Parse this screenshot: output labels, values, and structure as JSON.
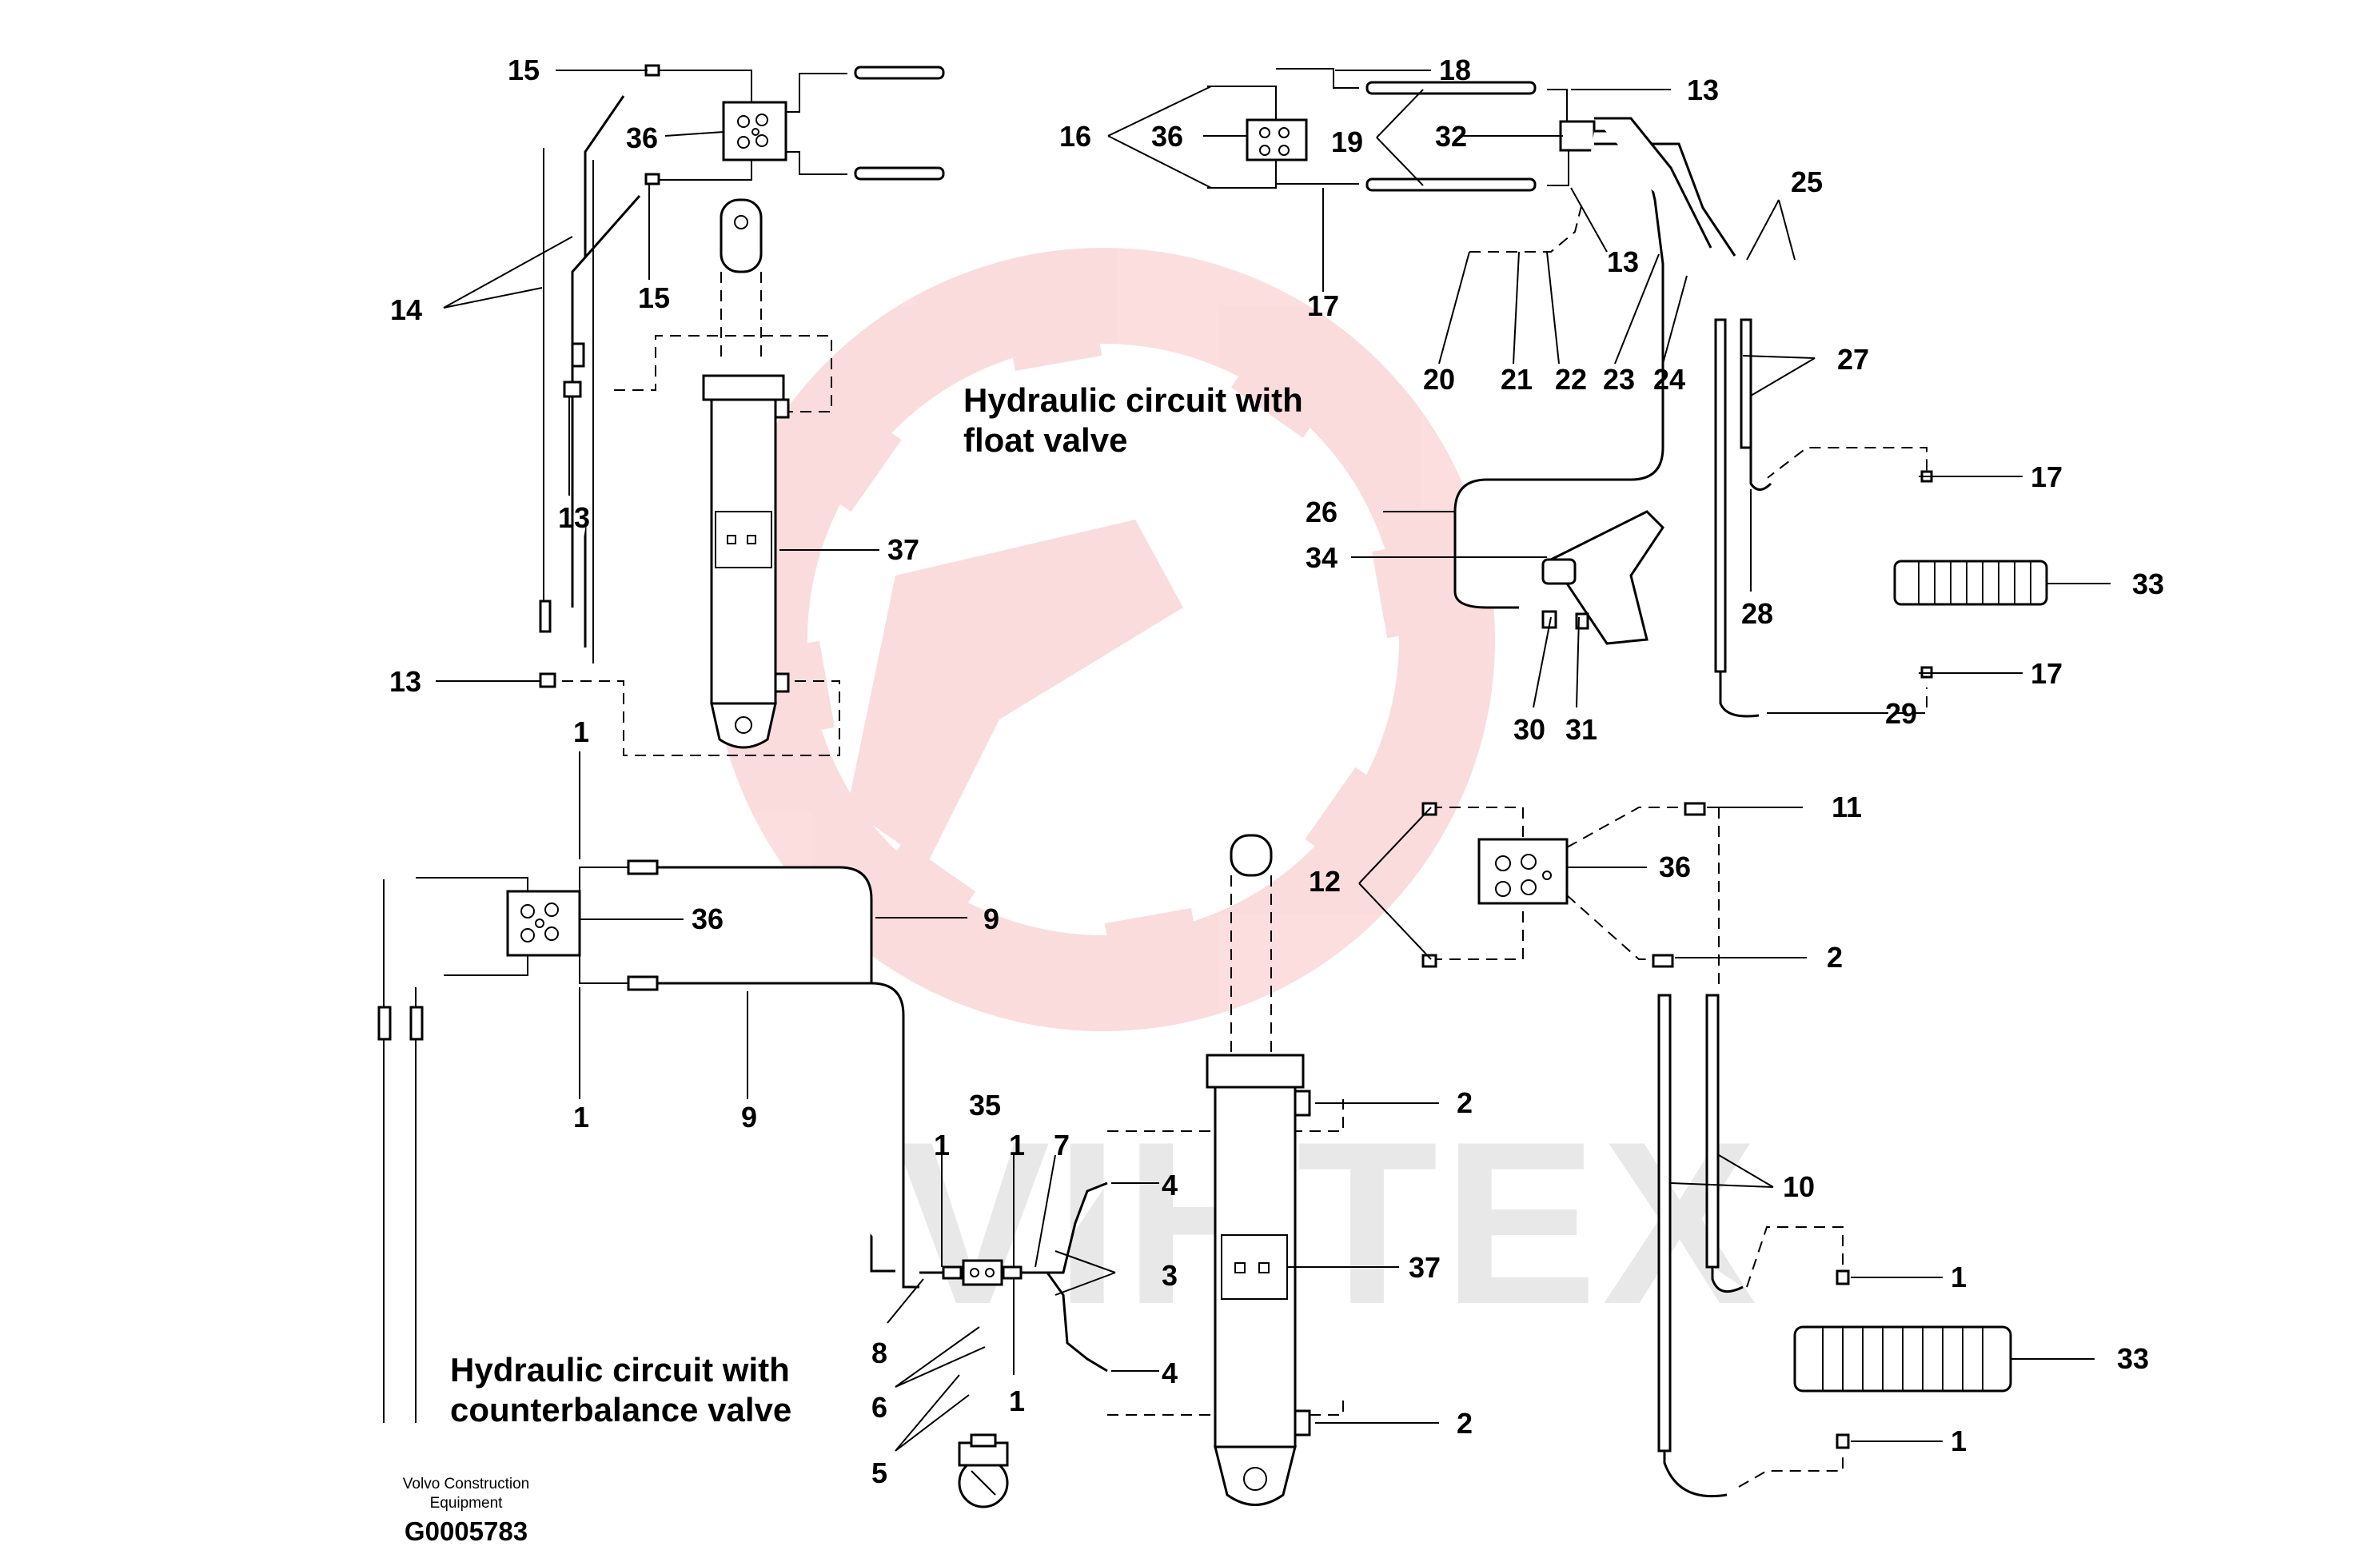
{
  "titles": {
    "float": [
      "Hydraulic circuit with",
      "float valve"
    ],
    "counterbalance": [
      "Hydraulic circuit with",
      "counterbalance valve"
    ]
  },
  "footer": {
    "maker_line1": "Volvo Construction",
    "maker_line2": "Equipment",
    "code": "G0005783"
  },
  "watermark": {
    "text": "VIHTEX",
    "color": "#e53935"
  },
  "callouts": {
    "top_left": {
      "n15a": "15",
      "n36": "36",
      "n14": "14",
      "n15b": "15",
      "n13a": "13",
      "n37": "37",
      "n13b": "13"
    },
    "top_right": {
      "n18": "18",
      "n13a": "13",
      "n16": "16",
      "n36": "36",
      "n19": "19",
      "n32": "32",
      "n17": "17",
      "n13b": "13",
      "n25": "25",
      "n20": "20",
      "n21": "21",
      "n22": "22",
      "n23": "23",
      "n24": "24",
      "n27": "27",
      "n26": "26",
      "n17b": "17",
      "n34": "34",
      "n33": "33",
      "n28": "28",
      "n17c": "17",
      "n30": "30",
      "n31": "31",
      "n29": "29"
    },
    "bottom_left": {
      "n1a": "1",
      "n36": "36",
      "n9a": "9",
      "n1b": "1",
      "n9b": "9",
      "n35": "35",
      "n1c": "1",
      "n1d": "1",
      "n7": "7",
      "n4a": "4",
      "n3": "3",
      "n37": "37",
      "n8": "8",
      "n6": "6",
      "n4b": "4",
      "n1e": "1",
      "n5": "5",
      "n2": "2",
      "n2b": "2"
    },
    "bottom_right": {
      "n11": "11",
      "n12": "12",
      "n36": "36",
      "n2": "2",
      "n10": "10",
      "n1a": "1",
      "n33": "33",
      "n1b": "1"
    }
  }
}
